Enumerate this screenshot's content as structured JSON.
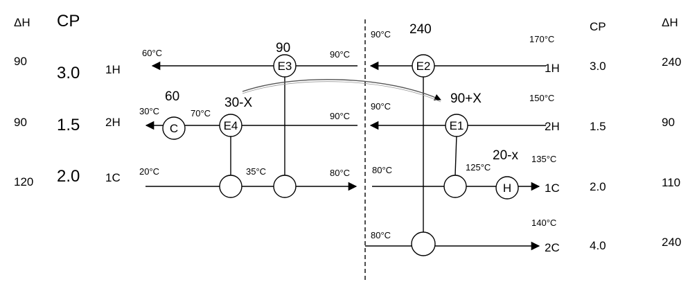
{
  "headers": {
    "left_dh": "ΔH",
    "left_cp": "CP",
    "right_cp": "CP",
    "right_dh": "ΔH"
  },
  "left_table": {
    "rows": [
      {
        "dh": "90",
        "cp": "3.0",
        "stream": "1H"
      },
      {
        "dh": "90",
        "cp": "1.5",
        "stream": "2H"
      },
      {
        "dh": "120",
        "cp": "2.0",
        "stream": "1C"
      }
    ]
  },
  "right_table": {
    "rows": [
      {
        "stream": "1H",
        "cp": "3.0",
        "dh": "240"
      },
      {
        "stream": "2H",
        "cp": "1.5",
        "dh": "90"
      },
      {
        "stream": "1C",
        "cp": "2.0",
        "dh": "110"
      },
      {
        "stream": "2C",
        "cp": "4.0",
        "dh": "240"
      }
    ]
  },
  "temperatures": {
    "h1_left_end": "60°C",
    "h1_left_pinch": "90°C",
    "h1_right_pinch": "90°C",
    "h1_supply": "170°C",
    "h2_left_end": "30°C",
    "h2_after_e4": "70°C",
    "h2_left_pinch": "90°C",
    "h2_right_pinch": "90°C",
    "h2_supply": "150°C",
    "c1_supply": "20°C",
    "c1_mid": "35°C",
    "c1_left_pinch": "80°C",
    "c1_right_pinch": "80°C",
    "c1_before_h": "125°C",
    "c1_target": "135°C",
    "c2_supply": "80°C",
    "c2_target": "140°C"
  },
  "exchangers": {
    "e1": "E1",
    "e2": "E2",
    "e3": "E3",
    "e4": "E4",
    "cooler": "C",
    "heater": "H"
  },
  "duties": {
    "e3": "90",
    "e2": "240",
    "cooler": "60",
    "e4": "30-X",
    "e1": "90+X",
    "heater": "20-x"
  }
}
